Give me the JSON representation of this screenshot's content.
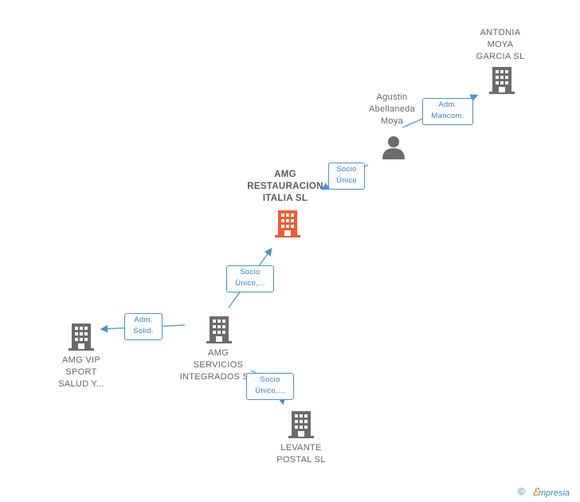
{
  "nodes": {
    "antonia": {
      "label": "ANTONIA\nMOYA\nGARCIA SL",
      "kind": "company"
    },
    "agustin": {
      "label": "Agustin\nAbellaneda\nMoya",
      "kind": "person"
    },
    "amg_restauracion": {
      "label": "AMG\nRESTAURACION\nITALIA SL",
      "kind": "company-main"
    },
    "amg_servicios": {
      "label": "AMG\nSERVICIOS\nINTEGRADOS S...",
      "kind": "company"
    },
    "amg_vip": {
      "label": "AMG VIP\nSPORT\nSALUD Y...",
      "kind": "company"
    },
    "levante": {
      "label": "LEVANTE\nPOSTAL SL",
      "kind": "company"
    }
  },
  "edges": {
    "agustin_antonia": "Adm.\nMancom.",
    "agustin_amg": "Socio\nÚnico",
    "servicios_amg": "Socio\nÚnico,...",
    "servicios_vip": "Adm.\nSolid.",
    "servicios_levante": "Socio\nÚnico,..."
  },
  "colors": {
    "main_node": "#f05a32",
    "node": "#6b6b6b",
    "edge": "#4a90d9"
  },
  "footer": {
    "copyright_symbol": "©",
    "brand_first": "ℰ",
    "brand_rest": "mpresia"
  }
}
